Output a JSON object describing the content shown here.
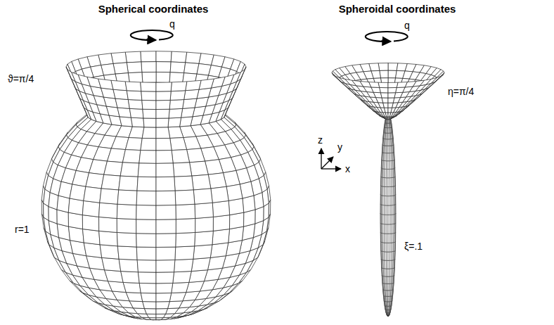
{
  "diagram": {
    "labels": [
      "Spherical coordinates",
      "Spheroidal coordinates",
      "q",
      "q",
      "ϑ=π/4",
      "η=π/4",
      "z",
      "y",
      "x",
      "r=1",
      "ξ=.1"
    ]
  }
}
